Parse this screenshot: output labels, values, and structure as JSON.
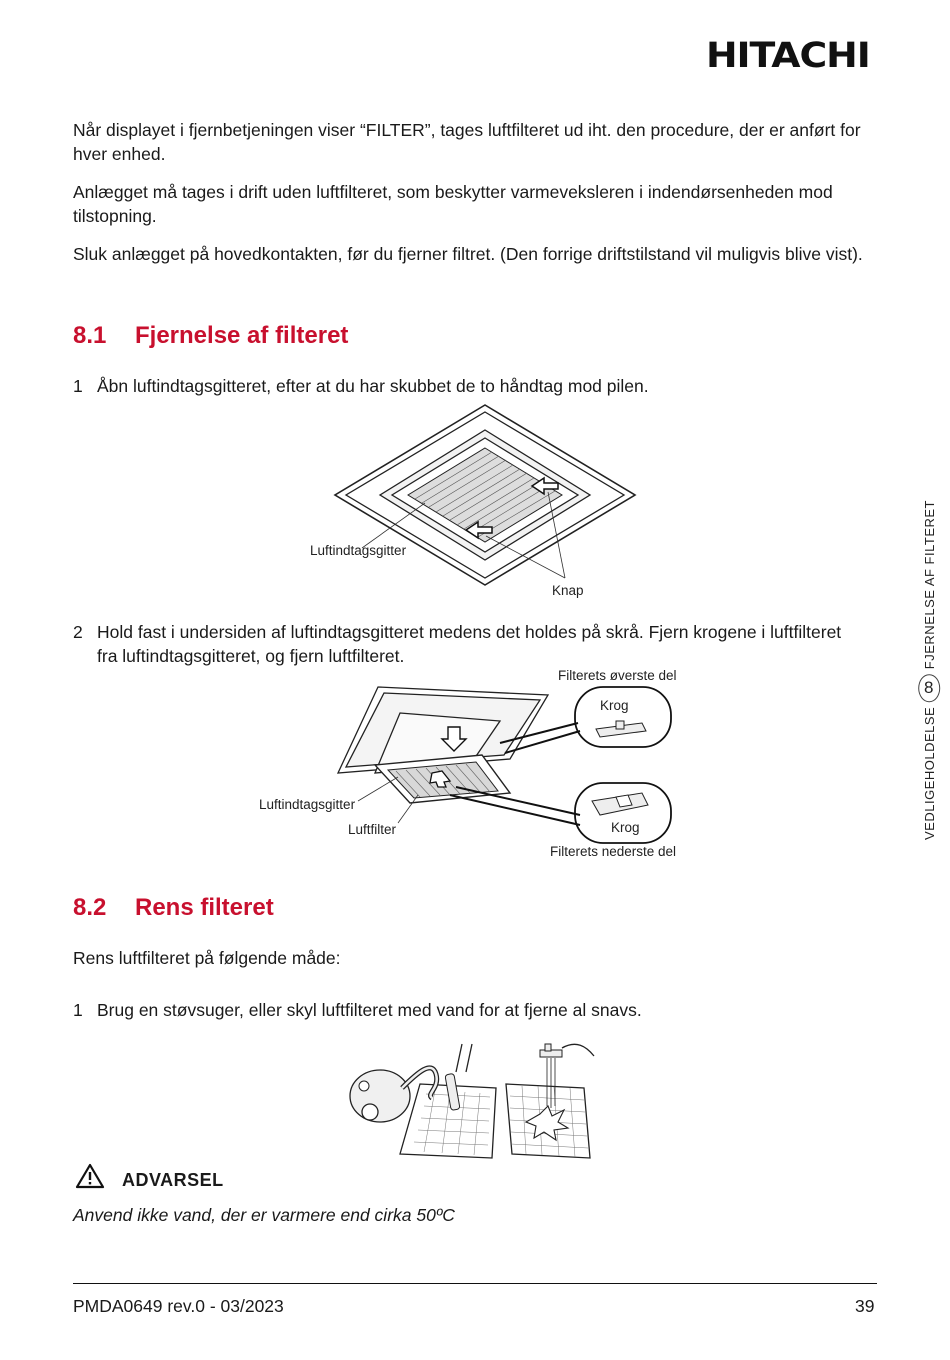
{
  "header": {
    "brand": "HITACHI"
  },
  "intro": [
    "Når displayet i fjernbetjeningen viser “FILTER”, tages luftfilteret ud iht. den procedure, der er anført for hver enhed.",
    "Anlægget må tages i drift uden luftfilteret, som beskytter varmeveksleren i indendørsenheden mod tilstopning.",
    "Sluk anlægget på hovedkontakten, før du fjerner filtret. (Den forrige driftstilstand vil muligvis blive vist)."
  ],
  "section1": {
    "number": "8.1",
    "title": "Fjernelse af filteret",
    "step1": {
      "n": "1",
      "text": "Åbn luftindtagsgitteret, efter at du har skubbet de to håndtag mod pilen."
    },
    "fig1": {
      "grille_label": "Luftindtagsgitter",
      "button_label": "Knap"
    },
    "step2": {
      "n": "2",
      "text": "Hold fast i undersiden af luftindtagsgitteret medens det holdes på skrå. Fjern krogene i luftfilteret fra luftindtagsgitteret, og fjern luftfilteret."
    },
    "fig2": {
      "top_caption": "Filterets øverste del",
      "hook_top": "Krog",
      "hook_bottom": "Krog",
      "bottom_caption": "Filterets nederste del",
      "grille_label": "Luftindtagsgitter",
      "filter_label": "Luftfilter"
    }
  },
  "section2": {
    "number": "8.2",
    "title": "Rens filteret",
    "lead": "Rens luftfilteret på følgende måde:",
    "step1": {
      "n": "1",
      "text": "Brug en støvsuger, eller skyl luftfilteret med vand for at fjerne al snavs."
    }
  },
  "warning": {
    "title": "ADVARSEL",
    "text": "Anvend ikke vand, der er varmere end cirka 50ºC"
  },
  "side_tab": {
    "left_text": "VEDLIGEHOLDELSE",
    "chapter": "8",
    "right_text": "FJERNELSE AF FILTERET"
  },
  "footer": {
    "doc_ref": "PMDA0649 rev.0 - 03/2023",
    "page": "39"
  }
}
